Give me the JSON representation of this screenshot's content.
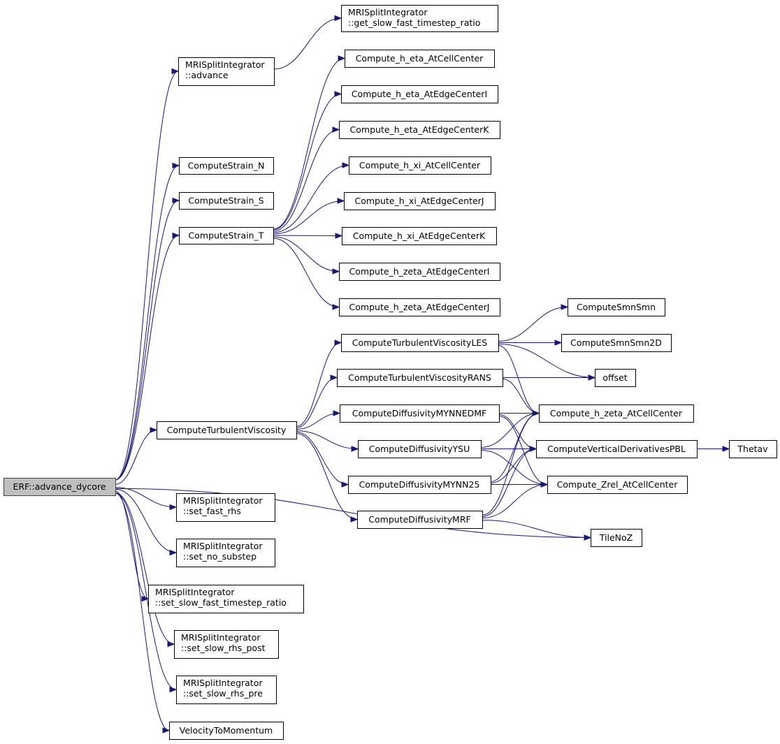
{
  "colors": {
    "edge": "#191970",
    "root_fill": "#bfbfbf",
    "node_fill": "#ffffff"
  },
  "nodes": {
    "root": [
      "ERF::advance_dycore"
    ],
    "advance": [
      "MRISplitIntegrator",
      "::advance"
    ],
    "get_ratio": [
      "MRISplitIntegrator",
      "::get_slow_fast_timestep_ratio"
    ],
    "strainN": [
      "ComputeStrain_N"
    ],
    "strainS": [
      "ComputeStrain_S"
    ],
    "strainT": [
      "ComputeStrain_T"
    ],
    "heta_cc": [
      "Compute_h_eta_AtCellCenter"
    ],
    "heta_eci": [
      "Compute_h_eta_AtEdgeCenterI"
    ],
    "heta_eck": [
      "Compute_h_eta_AtEdgeCenterK"
    ],
    "hxi_cc": [
      "Compute_h_xi_AtCellCenter"
    ],
    "hxi_ecj": [
      "Compute_h_xi_AtEdgeCenterJ"
    ],
    "hxi_eck": [
      "Compute_h_xi_AtEdgeCenterK"
    ],
    "hzeta_eci": [
      "Compute_h_zeta_AtEdgeCenterI"
    ],
    "hzeta_ecj": [
      "Compute_h_zeta_AtEdgeCenterJ"
    ],
    "turbvisc": [
      "ComputeTurbulentViscosity"
    ],
    "les": [
      "ComputeTurbulentViscosityLES"
    ],
    "rans": [
      "ComputeTurbulentViscosityRANS"
    ],
    "mynnedmf": [
      "ComputeDiffusivityMYNNEDMF"
    ],
    "ysu": [
      "ComputeDiffusivityYSU"
    ],
    "mynn25": [
      "ComputeDiffusivityMYNN25"
    ],
    "mrf": [
      "ComputeDiffusivityMRF"
    ],
    "smnsmn": [
      "ComputeSmnSmn"
    ],
    "smnsmn2d": [
      "ComputeSmnSmn2D"
    ],
    "offset": [
      "offset"
    ],
    "hzeta_cc": [
      "Compute_h_zeta_AtCellCenter"
    ],
    "vdpbl": [
      "ComputeVerticalDerivativesPBL"
    ],
    "thetav": [
      "Thetav"
    ],
    "zrel": [
      "Compute_Zrel_AtCellCenter"
    ],
    "tilenoz": [
      "TileNoZ"
    ],
    "set_fast_rhs": [
      "MRISplitIntegrator",
      "::set_fast_rhs"
    ],
    "set_no_substep": [
      "MRISplitIntegrator",
      "::set_no_substep"
    ],
    "set_ratio": [
      "MRISplitIntegrator",
      "::set_slow_fast_timestep_ratio"
    ],
    "set_post": [
      "MRISplitIntegrator",
      "::set_slow_rhs_post"
    ],
    "set_pre": [
      "MRISplitIntegrator",
      "::set_slow_rhs_pre"
    ],
    "vel2mom": [
      "VelocityToMomentum"
    ]
  },
  "edges": [
    [
      "root",
      "advance"
    ],
    [
      "root",
      "strainN"
    ],
    [
      "root",
      "strainS"
    ],
    [
      "root",
      "strainT"
    ],
    [
      "root",
      "turbvisc"
    ],
    [
      "root",
      "tilenoz"
    ],
    [
      "root",
      "set_fast_rhs"
    ],
    [
      "root",
      "set_no_substep"
    ],
    [
      "root",
      "set_ratio"
    ],
    [
      "root",
      "set_post"
    ],
    [
      "root",
      "set_pre"
    ],
    [
      "root",
      "vel2mom"
    ],
    [
      "advance",
      "get_ratio"
    ],
    [
      "strainT",
      "heta_cc"
    ],
    [
      "strainT",
      "heta_eci"
    ],
    [
      "strainT",
      "heta_eck"
    ],
    [
      "strainT",
      "hxi_cc"
    ],
    [
      "strainT",
      "hxi_ecj"
    ],
    [
      "strainT",
      "hxi_eck"
    ],
    [
      "strainT",
      "hzeta_eci"
    ],
    [
      "strainT",
      "hzeta_ecj"
    ],
    [
      "turbvisc",
      "les"
    ],
    [
      "turbvisc",
      "rans"
    ],
    [
      "turbvisc",
      "mynnedmf"
    ],
    [
      "turbvisc",
      "ysu"
    ],
    [
      "turbvisc",
      "mynn25"
    ],
    [
      "turbvisc",
      "mrf"
    ],
    [
      "les",
      "smnsmn"
    ],
    [
      "les",
      "smnsmn2d"
    ],
    [
      "les",
      "offset"
    ],
    [
      "les",
      "hzeta_cc"
    ],
    [
      "rans",
      "offset"
    ],
    [
      "rans",
      "hzeta_cc"
    ],
    [
      "mynnedmf",
      "hzeta_cc"
    ],
    [
      "mynnedmf",
      "vdpbl"
    ],
    [
      "mynnedmf",
      "zrel"
    ],
    [
      "ysu",
      "hzeta_cc"
    ],
    [
      "ysu",
      "vdpbl"
    ],
    [
      "ysu",
      "zrel"
    ],
    [
      "mynn25",
      "hzeta_cc"
    ],
    [
      "mynn25",
      "vdpbl"
    ],
    [
      "mynn25",
      "zrel"
    ],
    [
      "mrf",
      "hzeta_cc"
    ],
    [
      "mrf",
      "vdpbl"
    ],
    [
      "mrf",
      "zrel"
    ],
    [
      "mrf",
      "tilenoz"
    ],
    [
      "vdpbl",
      "thetav"
    ]
  ]
}
